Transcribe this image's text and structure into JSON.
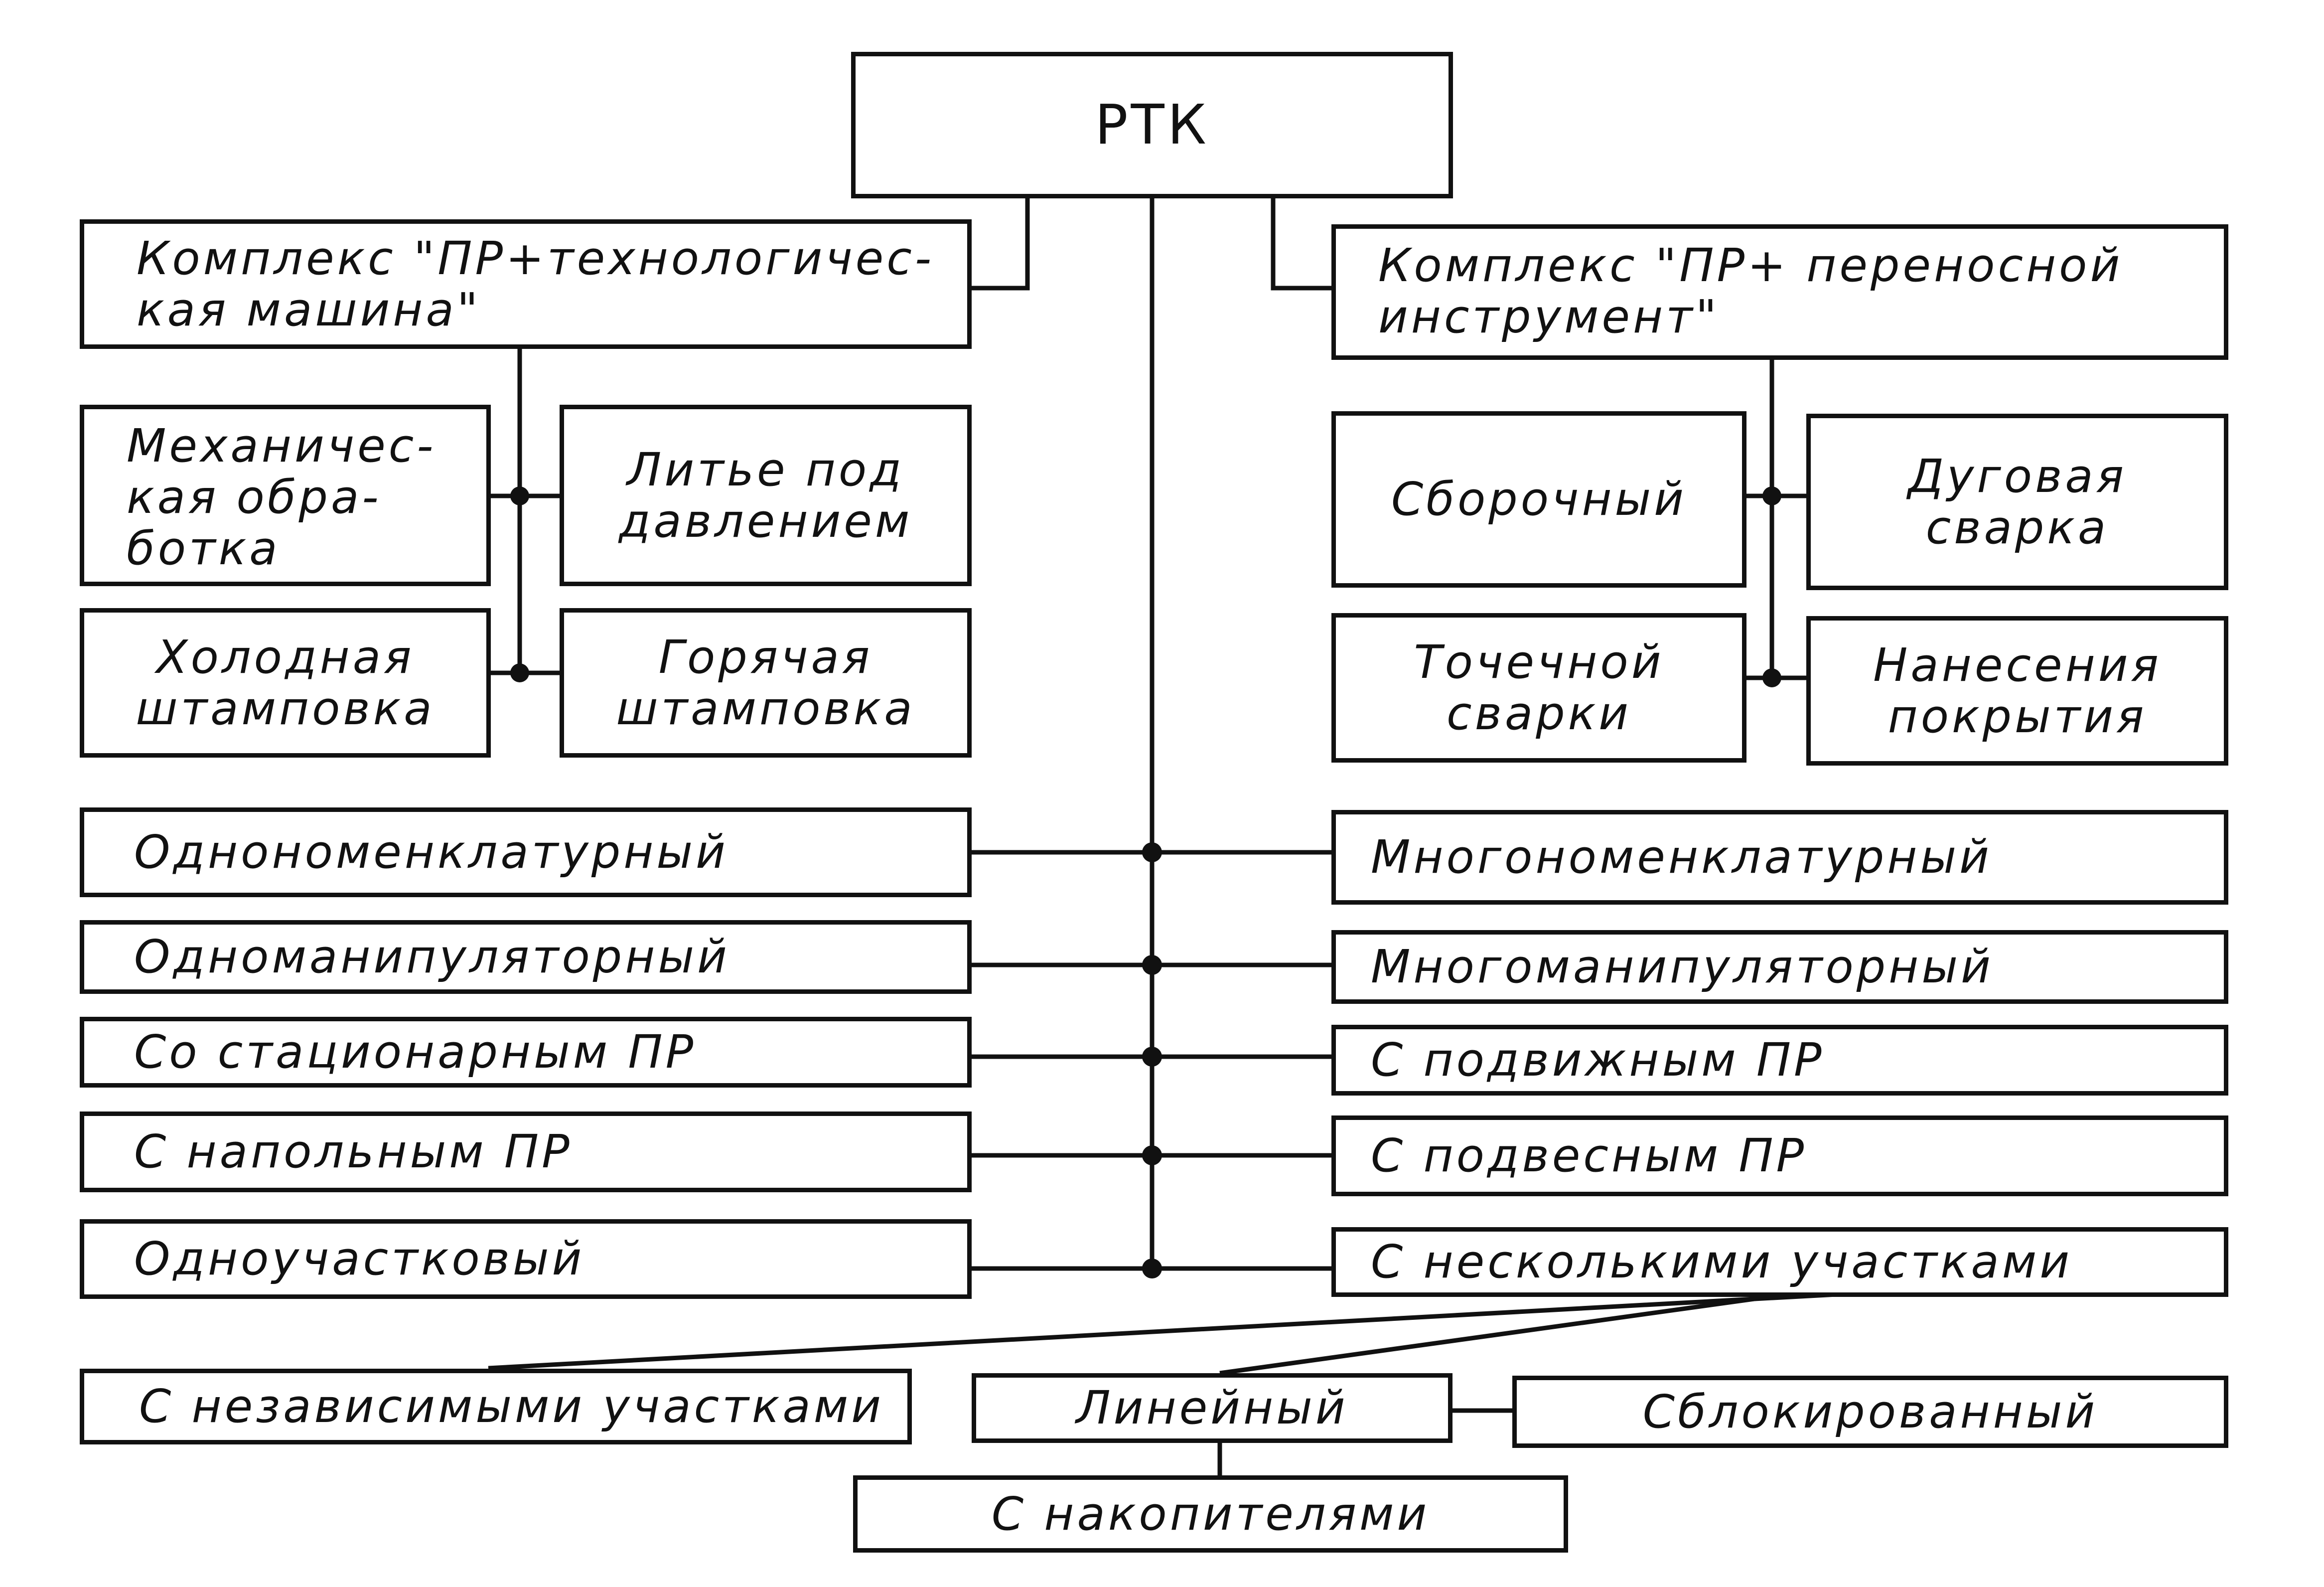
{
  "root": "РТК",
  "complex_machine": "Комплекс \"ПР+технологичес-\nкая машина\"",
  "complex_tool": "Комплекс \"ПР+ переносной\nинструмент\"",
  "left_sub": {
    "machining": "Механичес-\nкая обра-\nботка",
    "die_casting": "Литье под\nдавлением",
    "cold_stamping": "Холодная\nштамповка",
    "hot_stamping": "Горячая\nштамповка"
  },
  "right_sub": {
    "assembly": "Сборочный",
    "arc_welding": "Дуговая\nсварка",
    "spot_welding": "Точечной\nсварки",
    "coating": "Нанесения\nпокрытия"
  },
  "pairs": [
    {
      "left": "Однономенклатурный",
      "right": "Многономенклатурный"
    },
    {
      "left": "Одноманипуляторный",
      "right": "Многоманипуляторный"
    },
    {
      "left": "Со стационарным ПР",
      "right": "С подвижным ПР"
    },
    {
      "left": "С напольным ПР",
      "right": "С подвесным ПР"
    },
    {
      "left": "Одноучастковый",
      "right": "С несколькими участками"
    }
  ],
  "bottom": {
    "independent": "С независимыми участками",
    "linear": "Линейный",
    "blocked": "Сблокированный",
    "storage": "С накопителями"
  }
}
